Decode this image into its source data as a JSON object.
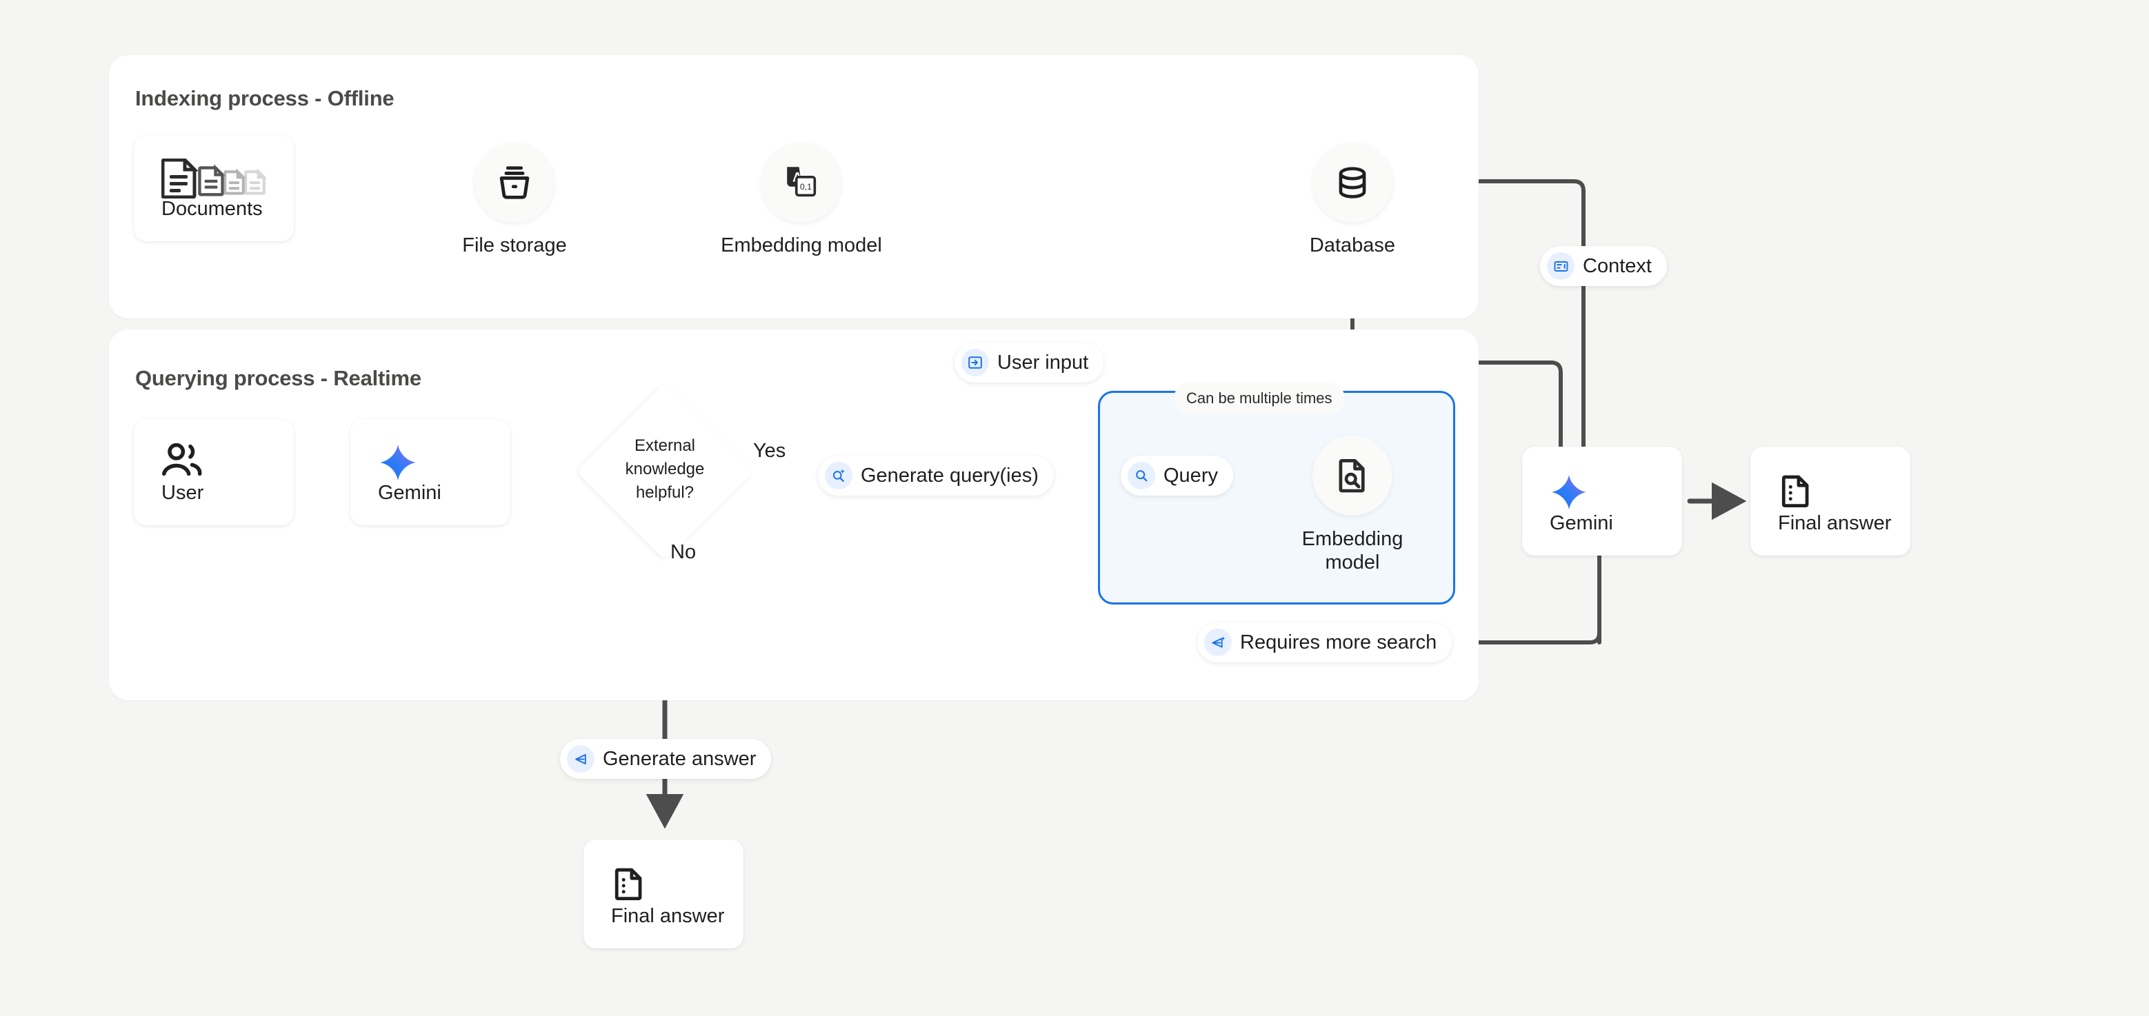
{
  "canvas": {
    "background": "#f5f5f3",
    "accent_blue": "#1a73e8",
    "line_gray": "#4d4d4d",
    "pill_icon_bg": "#e8f0fe"
  },
  "panels": [
    {
      "id": "indexing",
      "title": "Indexing process - Offline"
    },
    {
      "id": "querying",
      "title": "Querying process - Realtime"
    }
  ],
  "indexing": {
    "documents": {
      "label": "Documents",
      "icon": "documents-stack-icon"
    },
    "file_storage": {
      "label": "File storage",
      "icon": "storage-bucket-icon"
    },
    "embedding_model": {
      "label": "Embedding model",
      "icon": "translate-encode-icon"
    },
    "database": {
      "label": "Database",
      "icon": "database-cylinder-icon"
    }
  },
  "querying": {
    "user": {
      "label": "User",
      "icon": "user-person-icon"
    },
    "gemini": {
      "label": "Gemini",
      "icon": "gemini-sparkle-icon"
    },
    "decision": {
      "line1": "External",
      "line2": "knowledge",
      "line3": "helpful?"
    },
    "yes_label": "Yes",
    "no_label": "No",
    "generate_queries": {
      "label": "Generate query(ies)",
      "icon": "search-sparkle-icon"
    },
    "user_input": {
      "label": "User input",
      "icon": "input-arrow-icon"
    },
    "query": {
      "label": "Query",
      "icon": "magnifier-icon"
    },
    "loop_note": "Can be multiple times",
    "loop_embedding_model": {
      "line1": "Embedding",
      "line2": "model",
      "icon": "document-search-icon"
    },
    "requires_more_search": {
      "label": "Requires more search",
      "icon": "send-sparkle-icon"
    },
    "context": {
      "label": "Context",
      "icon": "context-panel-icon"
    }
  },
  "outputs": {
    "gemini_right": {
      "label": "Gemini",
      "icon": "gemini-sparkle-icon"
    },
    "final_answer_right": {
      "label": "Final answer",
      "icon": "answer-document-icon"
    },
    "generate_answer": {
      "label": "Generate answer",
      "icon": "send-icon"
    },
    "final_answer_bottom": {
      "label": "Final answer",
      "icon": "answer-document-icon"
    }
  }
}
